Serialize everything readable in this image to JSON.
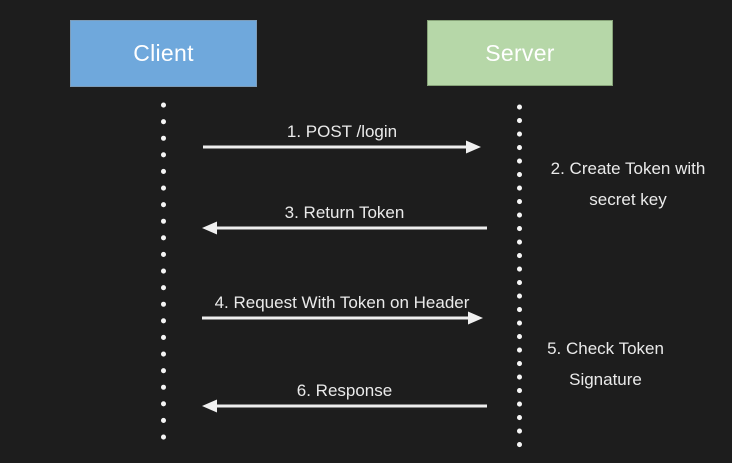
{
  "colors": {
    "background": "#1d1d1d",
    "client-fill": "#6fa8dc",
    "client-border": "#7d9cb8",
    "server-fill": "#b6d7a8",
    "server-border": "#87a379",
    "actor-text": "#ffffff",
    "label-text": "#eaeaea",
    "arrow": "#f0f0f0",
    "lifeline": "#f5f5f5"
  },
  "diagram": {
    "actors": [
      {
        "label": "Client"
      },
      {
        "label": "Server"
      }
    ],
    "messages": [
      {
        "label": "1. POST /login",
        "from": "client",
        "to": "server"
      },
      {
        "label": "3. Return Token",
        "from": "server",
        "to": "client"
      },
      {
        "label": "4. Request With Token on Header",
        "from": "client",
        "to": "server"
      },
      {
        "label": "6. Response",
        "from": "server",
        "to": "client"
      }
    ],
    "notes": [
      {
        "lines": [
          "2. Create Token with",
          "secret key"
        ]
      },
      {
        "lines": [
          "5. Check Token",
          "Signature"
        ]
      }
    ]
  }
}
